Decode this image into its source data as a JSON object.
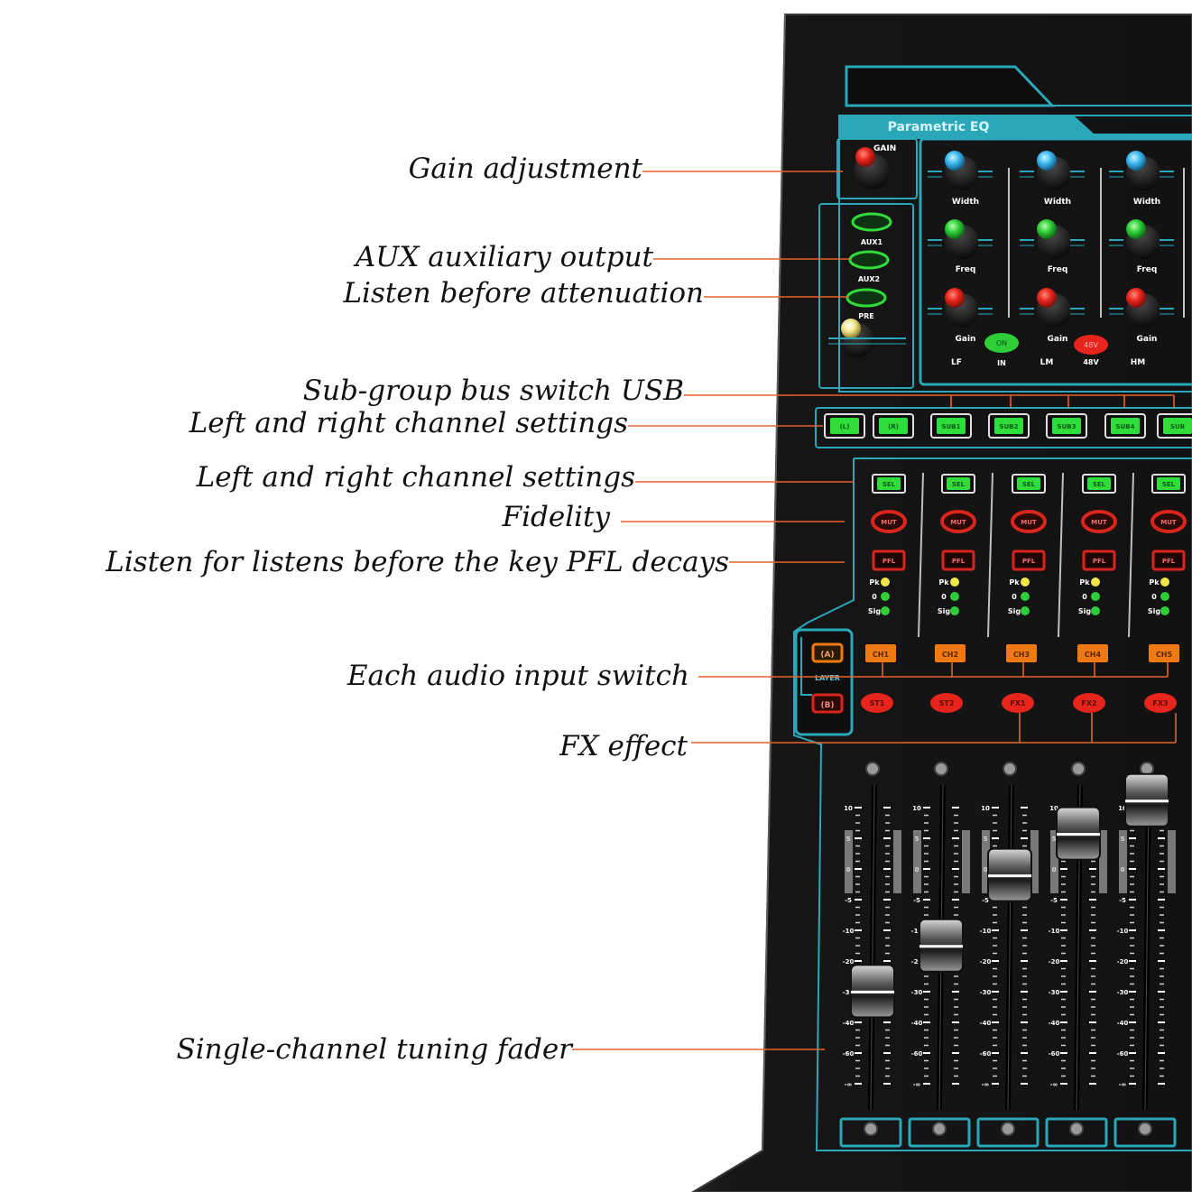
{
  "callouts": {
    "gain_adjustment": "Gain adjustment",
    "aux_output": "AUX auxiliary output",
    "listen_before_attenuation": "Listen before attenuation",
    "subgroup_bus": "Sub-group bus switch USB",
    "lr_settings_1": "Left and right channel settings",
    "lr_settings_2": "Left and right channel settings",
    "fidelity": "Fidelity",
    "pfl": "Listen for listens before the key PFL decays",
    "input_switch": "Each audio input switch",
    "fx_effect": "FX effect",
    "fader": "Single-channel tuning fader"
  },
  "console": {
    "eq_title": "Parametric EQ",
    "gain_label": "GAIN",
    "aux1": "AUX1",
    "aux2": "AUX2",
    "pre": "PRE",
    "width": "Width",
    "freq": "Freq",
    "gain": "Gain",
    "band_lf": "LF",
    "band_lm": "LM",
    "band_hm": "HM",
    "in_btn": "ON",
    "in_label": "IN",
    "p48_btn": "48V",
    "p48_label": "48V",
    "bus_buttons": [
      "(L)",
      "(R)",
      "SUB1",
      "SUB2",
      "SUB3",
      "SUB4",
      "SUB"
    ],
    "sel": "SEL",
    "mut": "MUT",
    "pfl": "PFL",
    "meter_pk": "Pk",
    "meter_0": "0",
    "meter_sig": "Sig",
    "layer_a": "(A)",
    "layer_b": "(B)",
    "layer_label": "LAYER",
    "ch_buttons": [
      "CH1",
      "CH2",
      "CH3",
      "CH4",
      "CH5"
    ],
    "st_buttons": [
      "ST1",
      "ST2",
      "FX1",
      "FX2",
      "FX3"
    ],
    "scale": [
      "10",
      "5",
      "0",
      "-5",
      "-10",
      "-20",
      "-30",
      "-40",
      "-60",
      "-∞"
    ]
  },
  "colors": {
    "panel": "#141414",
    "accent": "#2aa7b8",
    "knob_red": "#e8251c",
    "knob_green": "#2fce38",
    "knob_blue": "#3ab9f0",
    "knob_yellow": "#f2e68a",
    "leader": "#e8622c",
    "btn_green": "#2fdc3a",
    "btn_red": "#d9251c",
    "btn_orange": "#f07a10"
  },
  "faders": [
    {
      "channel": "CH1",
      "level": 0.22
    },
    {
      "channel": "CH2",
      "level": 0.44
    },
    {
      "channel": "CH3",
      "level": 0.78
    },
    {
      "channel": "CH4",
      "level": 0.98
    },
    {
      "channel": "CH5",
      "level": 1.14
    }
  ]
}
